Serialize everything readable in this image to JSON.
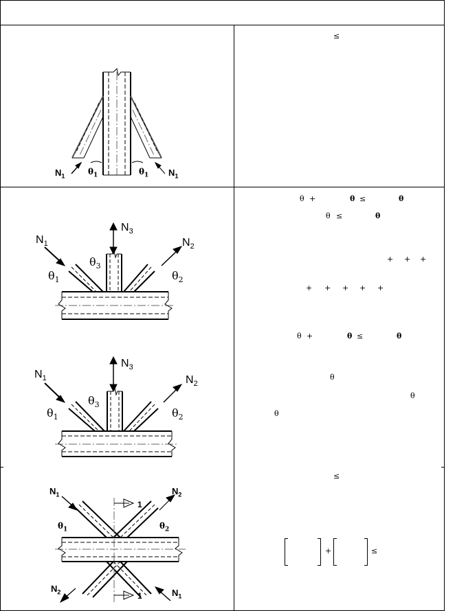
{
  "header": {
    "title": ""
  },
  "fig1": {
    "n_left": "N",
    "n_left_sub": "1",
    "n_right": "N",
    "n_right_sub": "1",
    "theta_left": "θ",
    "theta_left_sub": "1",
    "theta_right": "θ",
    "theta_right_sub": "1"
  },
  "fig2": {
    "n1": "N",
    "n1_sub": "1",
    "n2": "N",
    "n2_sub": "2",
    "n3": "N",
    "n3_sub": "3",
    "t1": "θ",
    "t1_sub": "1",
    "t2": "θ",
    "t2_sub": "2",
    "t3": "θ",
    "t3_sub": "3"
  },
  "fig3": {
    "n1": "N",
    "n1_sub": "1",
    "n2": "N",
    "n2_sub": "2",
    "n3": "N",
    "n3_sub": "3",
    "t1": "θ",
    "t1_sub": "1",
    "t2": "θ",
    "t2_sub": "2",
    "t3": "θ",
    "t3_sub": "3"
  },
  "fig4": {
    "n1_top": "N",
    "n1_top_sub": "1",
    "n2_top": "N",
    "n2_top_sub": "2",
    "n2_bot": "N",
    "n2_bot_sub": "2",
    "n1_bot": "N",
    "n1_bot_sub": "1",
    "t1": "θ",
    "t1_sub": "1",
    "t2": "θ",
    "t2_sub": "2",
    "sec1_top": "1",
    "sec1_bot": "1"
  },
  "formulas": {
    "r1_le": "≤",
    "r2_l1_a": "θ",
    "r2_l1_b": "+",
    "r2_l1_c": "θ",
    "r2_l1_d": "≤",
    "r2_l1_e": "θ",
    "r2_l2_a": "θ",
    "r2_l2_b": "≤",
    "r2_l2_c": "θ",
    "r2_l3_a": "+",
    "r2_l3_b": "+",
    "r2_l3_c": "+",
    "r2_l4_a": "+",
    "r2_l4_b": "+",
    "r2_l4_c": "+",
    "r2_l4_d": "+",
    "r2_l4_e": "+",
    "r2_l5_a": "θ",
    "r2_l5_b": "+",
    "r2_l5_c": "θ",
    "r2_l5_d": "≤",
    "r2_l5_e": "θ",
    "r2_l6_a": "θ",
    "r2_l7_a": "θ",
    "r2_l8_a": "θ",
    "r3_le": "≤",
    "r3_plus": "+",
    "r3_le2": "≤"
  }
}
